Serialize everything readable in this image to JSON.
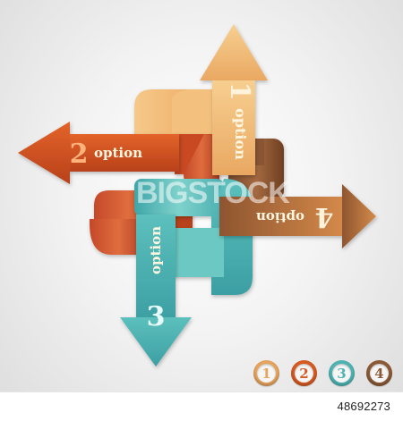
{
  "options": [
    {
      "number": "1",
      "label": "option",
      "color": "#e6a45c"
    },
    {
      "number": "2",
      "label": "option",
      "color": "#d65a22"
    },
    {
      "number": "3",
      "label": "option",
      "color": "#4fb3b3"
    },
    {
      "number": "4",
      "label": "option",
      "color": "#8c5a36"
    }
  ],
  "watermark": "BIGSTOCK",
  "stock_id": "48692273"
}
